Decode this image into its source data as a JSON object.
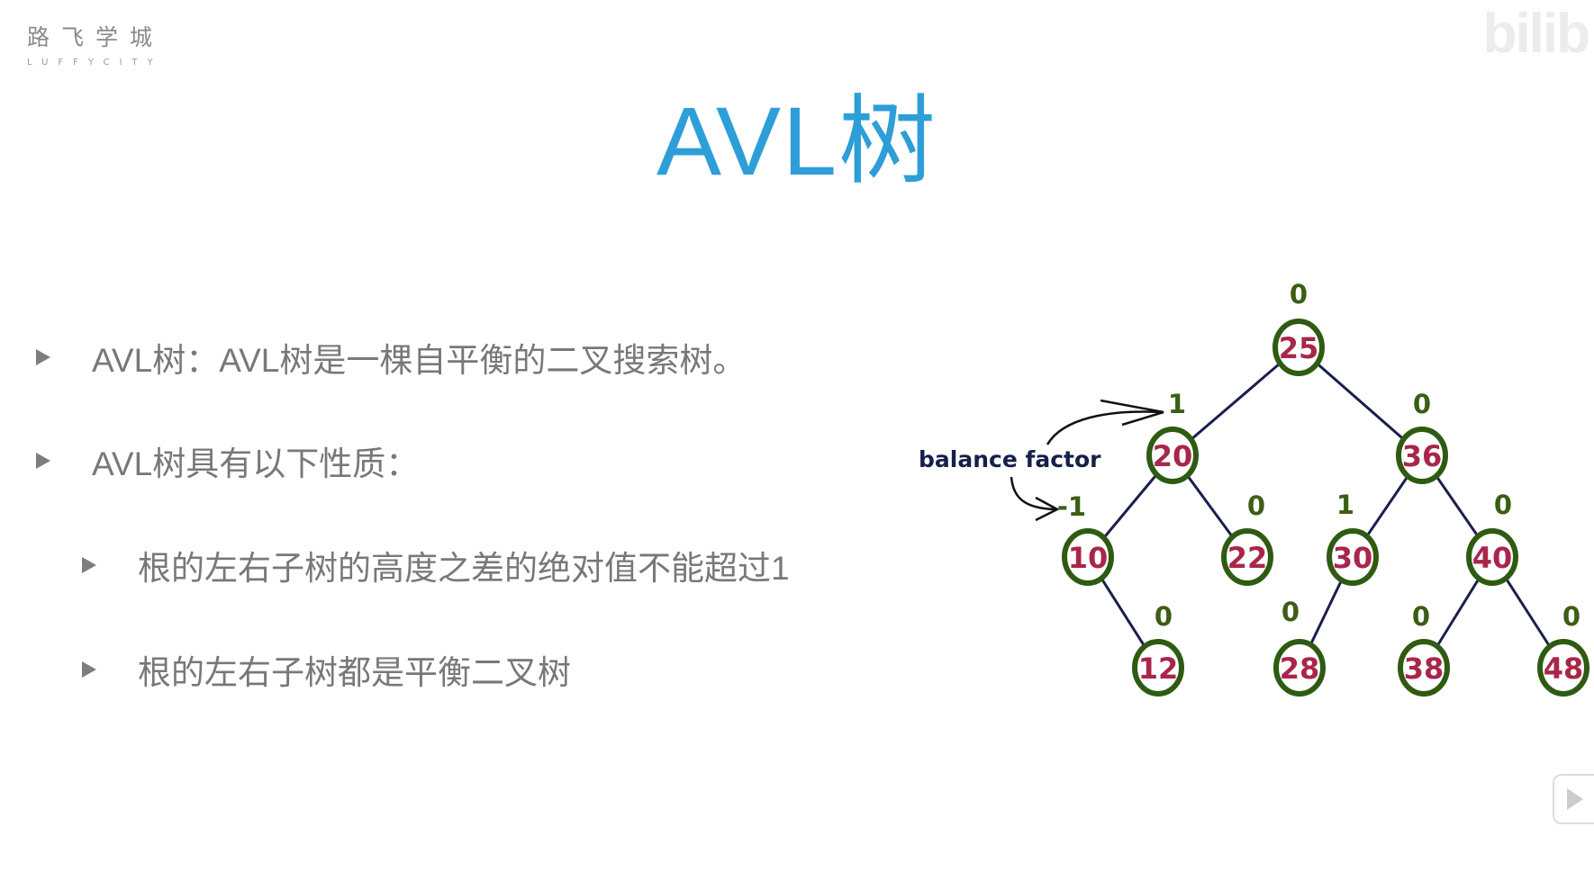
{
  "logo": {
    "cn": "路飞学城",
    "en": "LUFFYCITY"
  },
  "watermark": "bilib",
  "title": "AVL树",
  "bullets": [
    "AVL树：AVL树是一棵自平衡的二叉搜索树。",
    "AVL树具有以下性质：",
    "根的左右子树的高度之差的绝对值不能超过1",
    "根的左右子树都是平衡二叉树"
  ],
  "diagram": {
    "annotation": "balance factor",
    "colors": {
      "node_border": "#2f5a12",
      "node_text": "#a8264a",
      "factor": "#3c5e14",
      "edge": "#1a1f4f",
      "annotation": "#16204a"
    },
    "nodes": [
      {
        "id": "25",
        "factor": "0",
        "parent": null
      },
      {
        "id": "20",
        "factor": "1",
        "parent": "25"
      },
      {
        "id": "36",
        "factor": "0",
        "parent": "25"
      },
      {
        "id": "10",
        "factor": "-1",
        "parent": "20"
      },
      {
        "id": "22",
        "factor": "0",
        "parent": "20"
      },
      {
        "id": "30",
        "factor": "1",
        "parent": "36"
      },
      {
        "id": "40",
        "factor": "0",
        "parent": "36"
      },
      {
        "id": "12",
        "factor": "0",
        "parent": "10"
      },
      {
        "id": "28",
        "factor": "0",
        "parent": "30"
      },
      {
        "id": "38",
        "factor": "0",
        "parent": "40"
      },
      {
        "id": "48",
        "factor": "0",
        "parent": "40"
      }
    ]
  }
}
